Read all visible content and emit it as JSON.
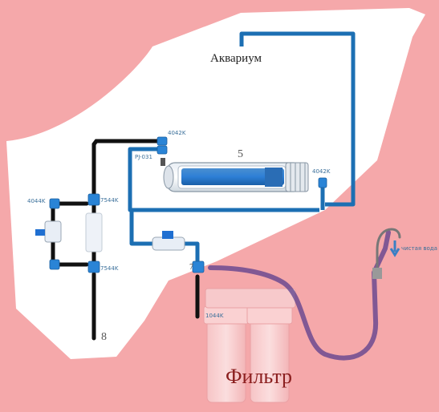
{
  "labels": {
    "aquarium": "Аквариум",
    "filter": "Фильтр",
    "membrane_number": "5",
    "drain_number": "8",
    "stage_number_7": "7",
    "fit_4042k_top": "4042K",
    "fit_pj031": "PJ-031",
    "fit_4042k_right": "4042K",
    "fit_4044k": "4044K",
    "fit_7544k_top": "7544K",
    "fit_7544k_bottom": "7544K",
    "fit_1044k": "1044K",
    "faucet_note": "чистая вода"
  },
  "colors": {
    "background": "#f5a8aa",
    "white_area": "#ffffff",
    "blue_tube": "#1c6fb3",
    "black_tube": "#111111",
    "purple_tube": "#5a3d8c",
    "text_dark": "#222222",
    "text_filter": "#8b1f1f"
  }
}
